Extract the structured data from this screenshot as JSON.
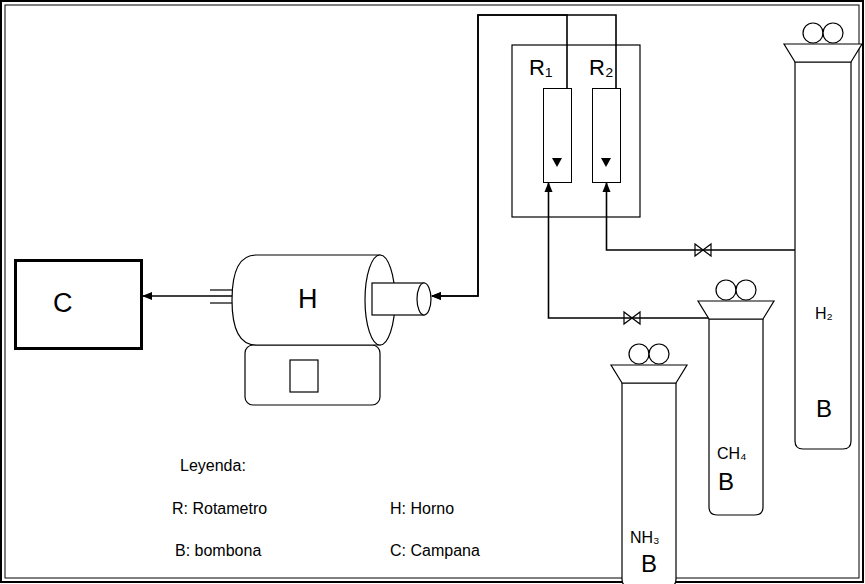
{
  "diagram": {
    "nodes": [
      {
        "text": [
          "C"
        ]
      },
      {
        "text": [
          "H"
        ]
      },
      {
        "text": [
          "R₁"
        ]
      },
      {
        "text": [
          "R₂"
        ]
      },
      {
        "text": [
          "H₂",
          "B"
        ]
      },
      {
        "text": [
          "CH₄",
          "B"
        ]
      },
      {
        "text": [
          "NH₃",
          "B"
        ]
      }
    ],
    "edges": [
      {
        "from": 2,
        "to": 1,
        "arrow": "to"
      },
      {
        "from": 3,
        "to": 1,
        "arrow": "to"
      },
      {
        "from": 5,
        "to": 2,
        "arrow": "to"
      },
      {
        "from": 4,
        "to": 3,
        "arrow": "to"
      },
      {
        "from": 1,
        "to": 0,
        "arrow": "to"
      }
    ],
    "labels": [
      "Leyenda:",
      "R: Rotametro",
      "H: Horno",
      "B: bombona",
      "C: Campana"
    ]
  }
}
